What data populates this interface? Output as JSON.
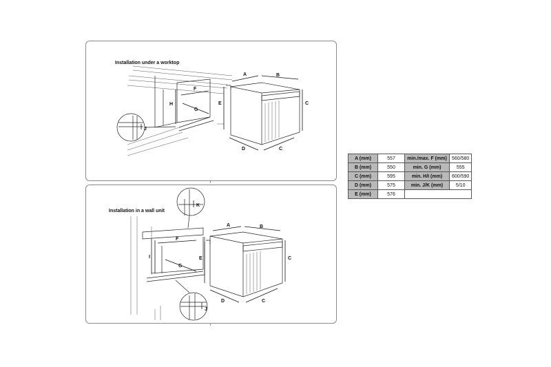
{
  "panels": {
    "worktop": {
      "title": "Installation under a worktop",
      "labels": {
        "A": "A",
        "B": "B",
        "C": "C",
        "D": "D",
        "E": "E",
        "F": "F",
        "G": "G",
        "H": "H",
        "J": "J"
      }
    },
    "wall_unit": {
      "title": "Installation in a wall unit",
      "labels": {
        "A": "A",
        "B": "B",
        "C": "C",
        "D": "D",
        "E": "E",
        "F": "F",
        "G": "G",
        "I": "I",
        "J": "J",
        "K": "K"
      }
    }
  },
  "dimensions_table": {
    "rows": [
      {
        "k1": "A (mm)",
        "v1": "557",
        "k2": "min./max. F (mm)",
        "v2": "560/580"
      },
      {
        "k1": "B (mm)",
        "v1": "550",
        "k2": "min. G (mm)",
        "v2": "555"
      },
      {
        "k1": "C (mm)",
        "v1": "595",
        "k2": "min. H/I (mm)",
        "v2": "600/590"
      },
      {
        "k1": "D (mm)",
        "v1": "575",
        "k2": "min. J/K (mm)",
        "v2": "5/10"
      },
      {
        "k1": "E (mm)",
        "v1": "576",
        "k2": "",
        "v2": ""
      }
    ]
  }
}
